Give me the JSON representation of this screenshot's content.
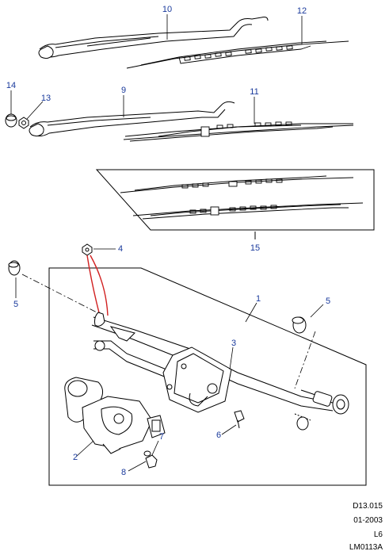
{
  "callouts": {
    "c1": "1",
    "c2": "2",
    "c3": "3",
    "c4": "4",
    "c5a": "5",
    "c5b": "5",
    "c6": "6",
    "c7": "7",
    "c8": "8",
    "c9": "9",
    "c10": "10",
    "c11": "11",
    "c12": "12",
    "c13": "13",
    "c14": "14",
    "c15": "15"
  },
  "footer": {
    "ref": "D13.015",
    "date": "01-2003",
    "model": "L6",
    "code": "LM0113A"
  },
  "colors": {
    "line": "#000000",
    "callout": "#1a3a9c",
    "leader": "#d12020"
  }
}
